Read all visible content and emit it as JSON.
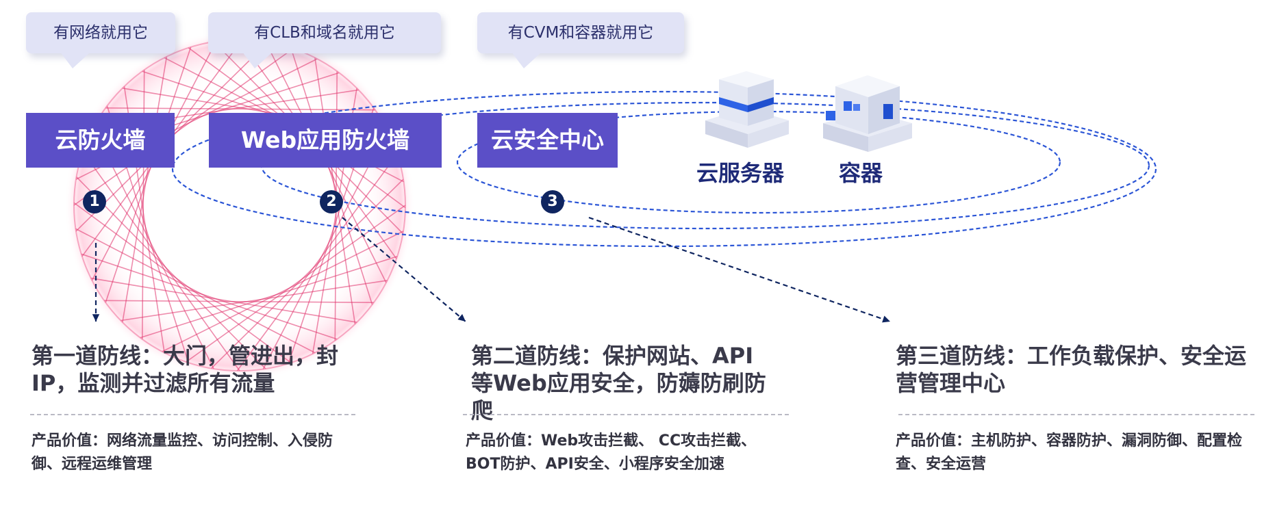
{
  "bubbles": [
    {
      "text": "有网络就用它"
    },
    {
      "text": "有CLB和域名就用它"
    },
    {
      "text": "有CVM和容器就用它"
    }
  ],
  "layers": [
    {
      "label": "云防火墙"
    },
    {
      "label": "Web应用防火墙"
    },
    {
      "label": "云安全中心"
    }
  ],
  "resources": {
    "server_label": "云服务器",
    "container_label": "容器"
  },
  "badges": [
    "1",
    "2",
    "3"
  ],
  "defense_lines": [
    {
      "title": "第一道防线：大门，管进出，封IP，监测并过滤所有流量",
      "value": "产品价值：网络流量监控、访问控制、入侵防御、远程运维管理"
    },
    {
      "title": "第二道防线：保护网站、API等Web应用安全，防薅防刷防爬",
      "value": "产品价值：Web攻击拦截、 CC攻击拦截、BOT防护、API安全、小程序安全加速"
    },
    {
      "title": "第三道防线：工作负载保护、安全运营管理中心",
      "value": "产品价值：主机防护、容器防护、漏洞防御、配置检查、安全运营"
    }
  ],
  "colors": {
    "box": "#5b4fc7",
    "bubble": "#e1e3f6",
    "ellipse": "#2b55d6",
    "arrow": "#0f2560",
    "badge": "#0f2560",
    "resource_label": "#1e2a78",
    "spiro": "#e0306a"
  },
  "icons": [
    "server-icon",
    "container-icon",
    "spirograph-decoration"
  ]
}
